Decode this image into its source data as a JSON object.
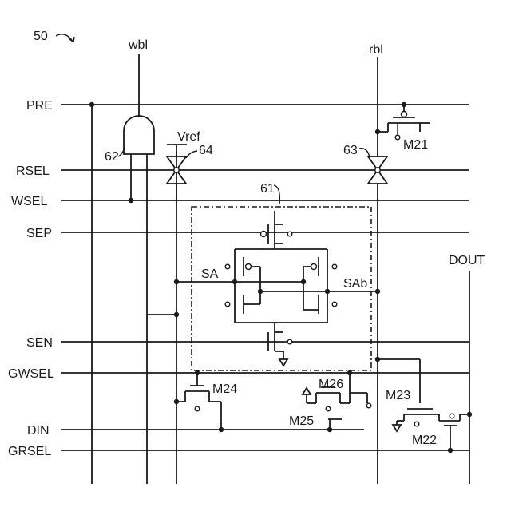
{
  "figure": {
    "ref": "50",
    "sense_amp_ref": "61",
    "and_gate_ref": "62",
    "rbl_switch_ref": "63",
    "vref_switch_ref": "64"
  },
  "bitlines": {
    "write": "wbl",
    "read": "rbl"
  },
  "signals": [
    "PRE",
    "RSEL",
    "WSEL",
    "SEP",
    "SEN",
    "GWSEL",
    "DIN",
    "GRSEL"
  ],
  "nodes": {
    "vref": "Vref",
    "sa": "SA",
    "sab": "SAb",
    "dout": "DOUT"
  },
  "transistors": [
    "M21",
    "M22",
    "M23",
    "M24",
    "M25",
    "M26"
  ]
}
